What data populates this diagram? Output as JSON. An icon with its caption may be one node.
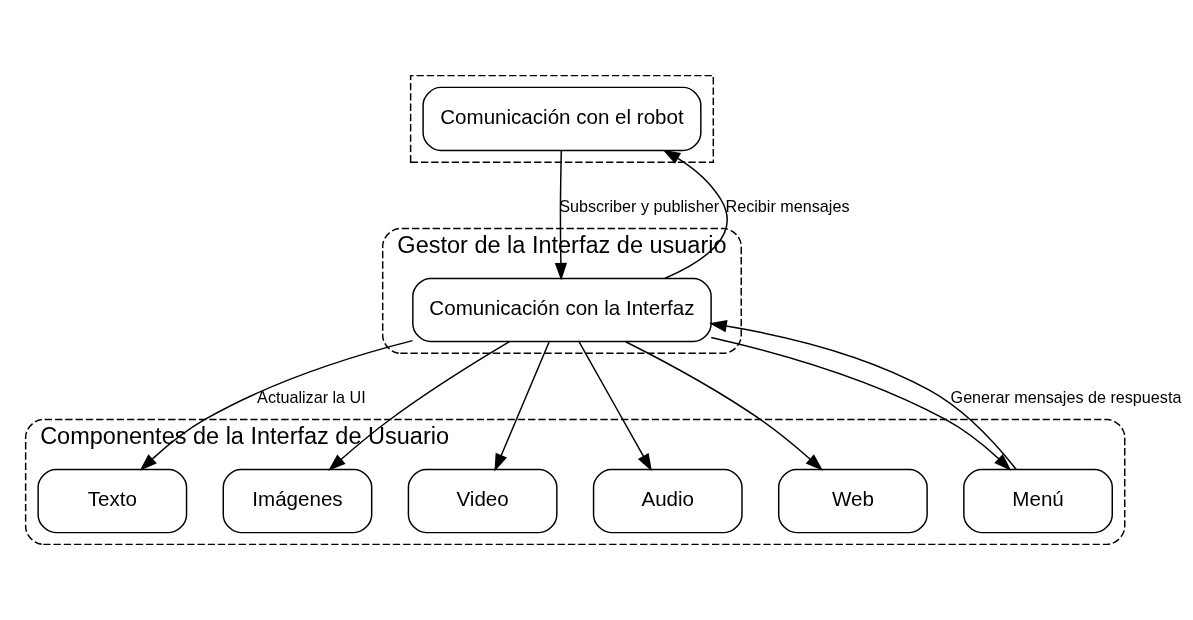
{
  "diagram": {
    "nodes": [
      {
        "text": [],
        "shape": "box"
      },
      {
        "text": [
          "Comunicación con el robot"
        ],
        "in": 0
      },
      {
        "text": [
          "Gestor de la Interfaz de usuario"
        ]
      },
      {
        "text": [
          "Comunicación con la Interfaz"
        ],
        "in": 2
      },
      {
        "text": [
          "Componentes de la Interfaz de Usuario"
        ]
      },
      {
        "text": [
          "Texto"
        ],
        "in": 4
      },
      {
        "text": [
          "Imágenes"
        ],
        "in": 4
      },
      {
        "text": [
          "Video"
        ],
        "in": 4
      },
      {
        "text": [
          "Audio"
        ],
        "in": 4
      },
      {
        "text": [
          "Web"
        ],
        "in": 4
      },
      {
        "text": [
          "Menú"
        ],
        "in": 4
      }
    ],
    "edges": [
      {
        "from": 1,
        "to": 3,
        "arrow": "to",
        "label": "Subscriber y publisher"
      },
      {
        "from": 3,
        "to": 1,
        "arrow": "to",
        "label": "Recibir mensajes"
      },
      {
        "from": 3,
        "to": 5,
        "arrow": "to",
        "label": "Actualizar la UI"
      },
      {
        "from": 3,
        "to": 6,
        "arrow": "to"
      },
      {
        "from": 3,
        "to": 7,
        "arrow": "to"
      },
      {
        "from": 3,
        "to": 8,
        "arrow": "to"
      },
      {
        "from": 3,
        "to": 9,
        "arrow": "to"
      },
      {
        "from": 3,
        "to": 10,
        "arrow": "to"
      },
      {
        "from": 10,
        "to": 3,
        "arrow": "to",
        "label": "Generar mensajes de respuesta"
      }
    ]
  }
}
